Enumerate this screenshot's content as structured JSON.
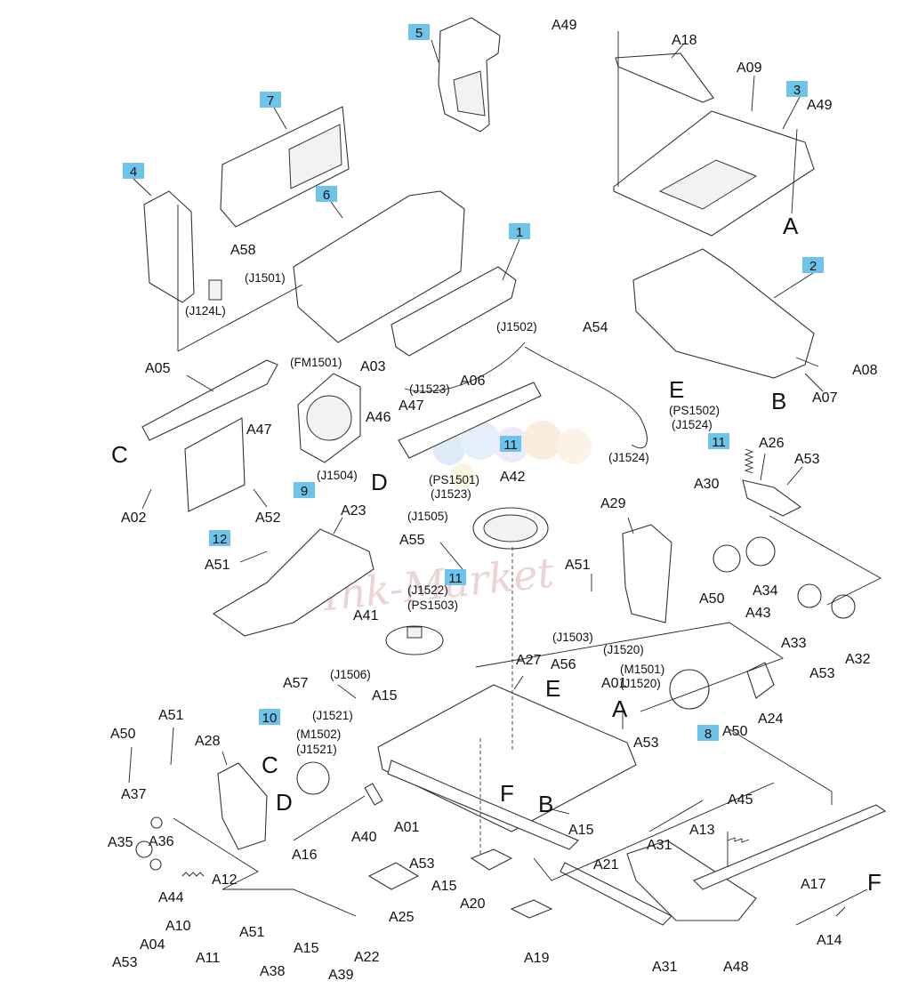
{
  "diagram": {
    "watermark": "Ink-Market",
    "callouts": [
      {
        "id": "callout-1",
        "text": "1"
      },
      {
        "id": "callout-2",
        "text": "2"
      },
      {
        "id": "callout-3",
        "text": "3"
      },
      {
        "id": "callout-4",
        "text": "4"
      },
      {
        "id": "callout-5",
        "text": "5"
      },
      {
        "id": "callout-6",
        "text": "6"
      },
      {
        "id": "callout-7",
        "text": "7"
      },
      {
        "id": "callout-8",
        "text": "8"
      },
      {
        "id": "callout-9",
        "text": "9"
      },
      {
        "id": "callout-10",
        "text": "10"
      },
      {
        "id": "callout-11a",
        "text": "11"
      },
      {
        "id": "callout-11b",
        "text": "11"
      },
      {
        "id": "callout-11c",
        "text": "11"
      },
      {
        "id": "callout-12",
        "text": "12"
      }
    ],
    "parts": {
      "A01": "A01",
      "A02": "A02",
      "A03": "A03",
      "A04": "A04",
      "A05": "A05",
      "A06": "A06",
      "A07": "A07",
      "A08": "A08",
      "A09": "A09",
      "A10": "A10",
      "A11": "A11",
      "A12": "A12",
      "A13": "A13",
      "A14": "A14",
      "A15": "A15",
      "A16": "A16",
      "A17": "A17",
      "A18": "A18",
      "A19": "A19",
      "A20": "A20",
      "A21": "A21",
      "A22": "A22",
      "A23": "A23",
      "A24": "A24",
      "A25": "A25",
      "A26": "A26",
      "A27": "A27",
      "A28": "A28",
      "A29": "A29",
      "A30": "A30",
      "A31": "A31",
      "A32": "A32",
      "A33": "A33",
      "A34": "A34",
      "A35": "A35",
      "A36": "A36",
      "A37": "A37",
      "A38": "A38",
      "A39": "A39",
      "A40": "A40",
      "A41": "A41",
      "A42": "A42",
      "A43": "A43",
      "A44": "A44",
      "A45": "A45",
      "A46": "A46",
      "A47": "A47",
      "A48": "A48",
      "A49": "A49",
      "A50": "A50",
      "A51": "A51",
      "A52": "A52",
      "A53": "A53",
      "A54": "A54",
      "A55": "A55",
      "A56": "A56",
      "A57": "A57",
      "A58": "A58"
    },
    "connectors": {
      "J124L": "(J124L)",
      "J1501": "(J1501)",
      "FM1501": "(FM1501)",
      "J1523": "(J1523)",
      "J1502": "(J1502)",
      "J1504": "(J1504)",
      "PS1501": "(PS1501)",
      "J1505": "(J1505)",
      "J1524": "(J1524)",
      "PS1502": "(PS1502)",
      "J1522": "(J1522)",
      "PS1503": "(PS1503)",
      "J1503": "(J1503)",
      "J1520": "(J1520)",
      "M1501": "(M1501)",
      "J1506": "(J1506)",
      "J1521": "(J1521)",
      "M1502": "(M1502)"
    },
    "letters": {
      "A": "A",
      "B": "B",
      "C": "C",
      "D": "D",
      "E": "E",
      "F": "F"
    },
    "colors": {
      "callout_fill": "#6ec3ea",
      "callout_text": "#111111",
      "line": "#222222",
      "watermark": "#d9a0a0"
    }
  }
}
